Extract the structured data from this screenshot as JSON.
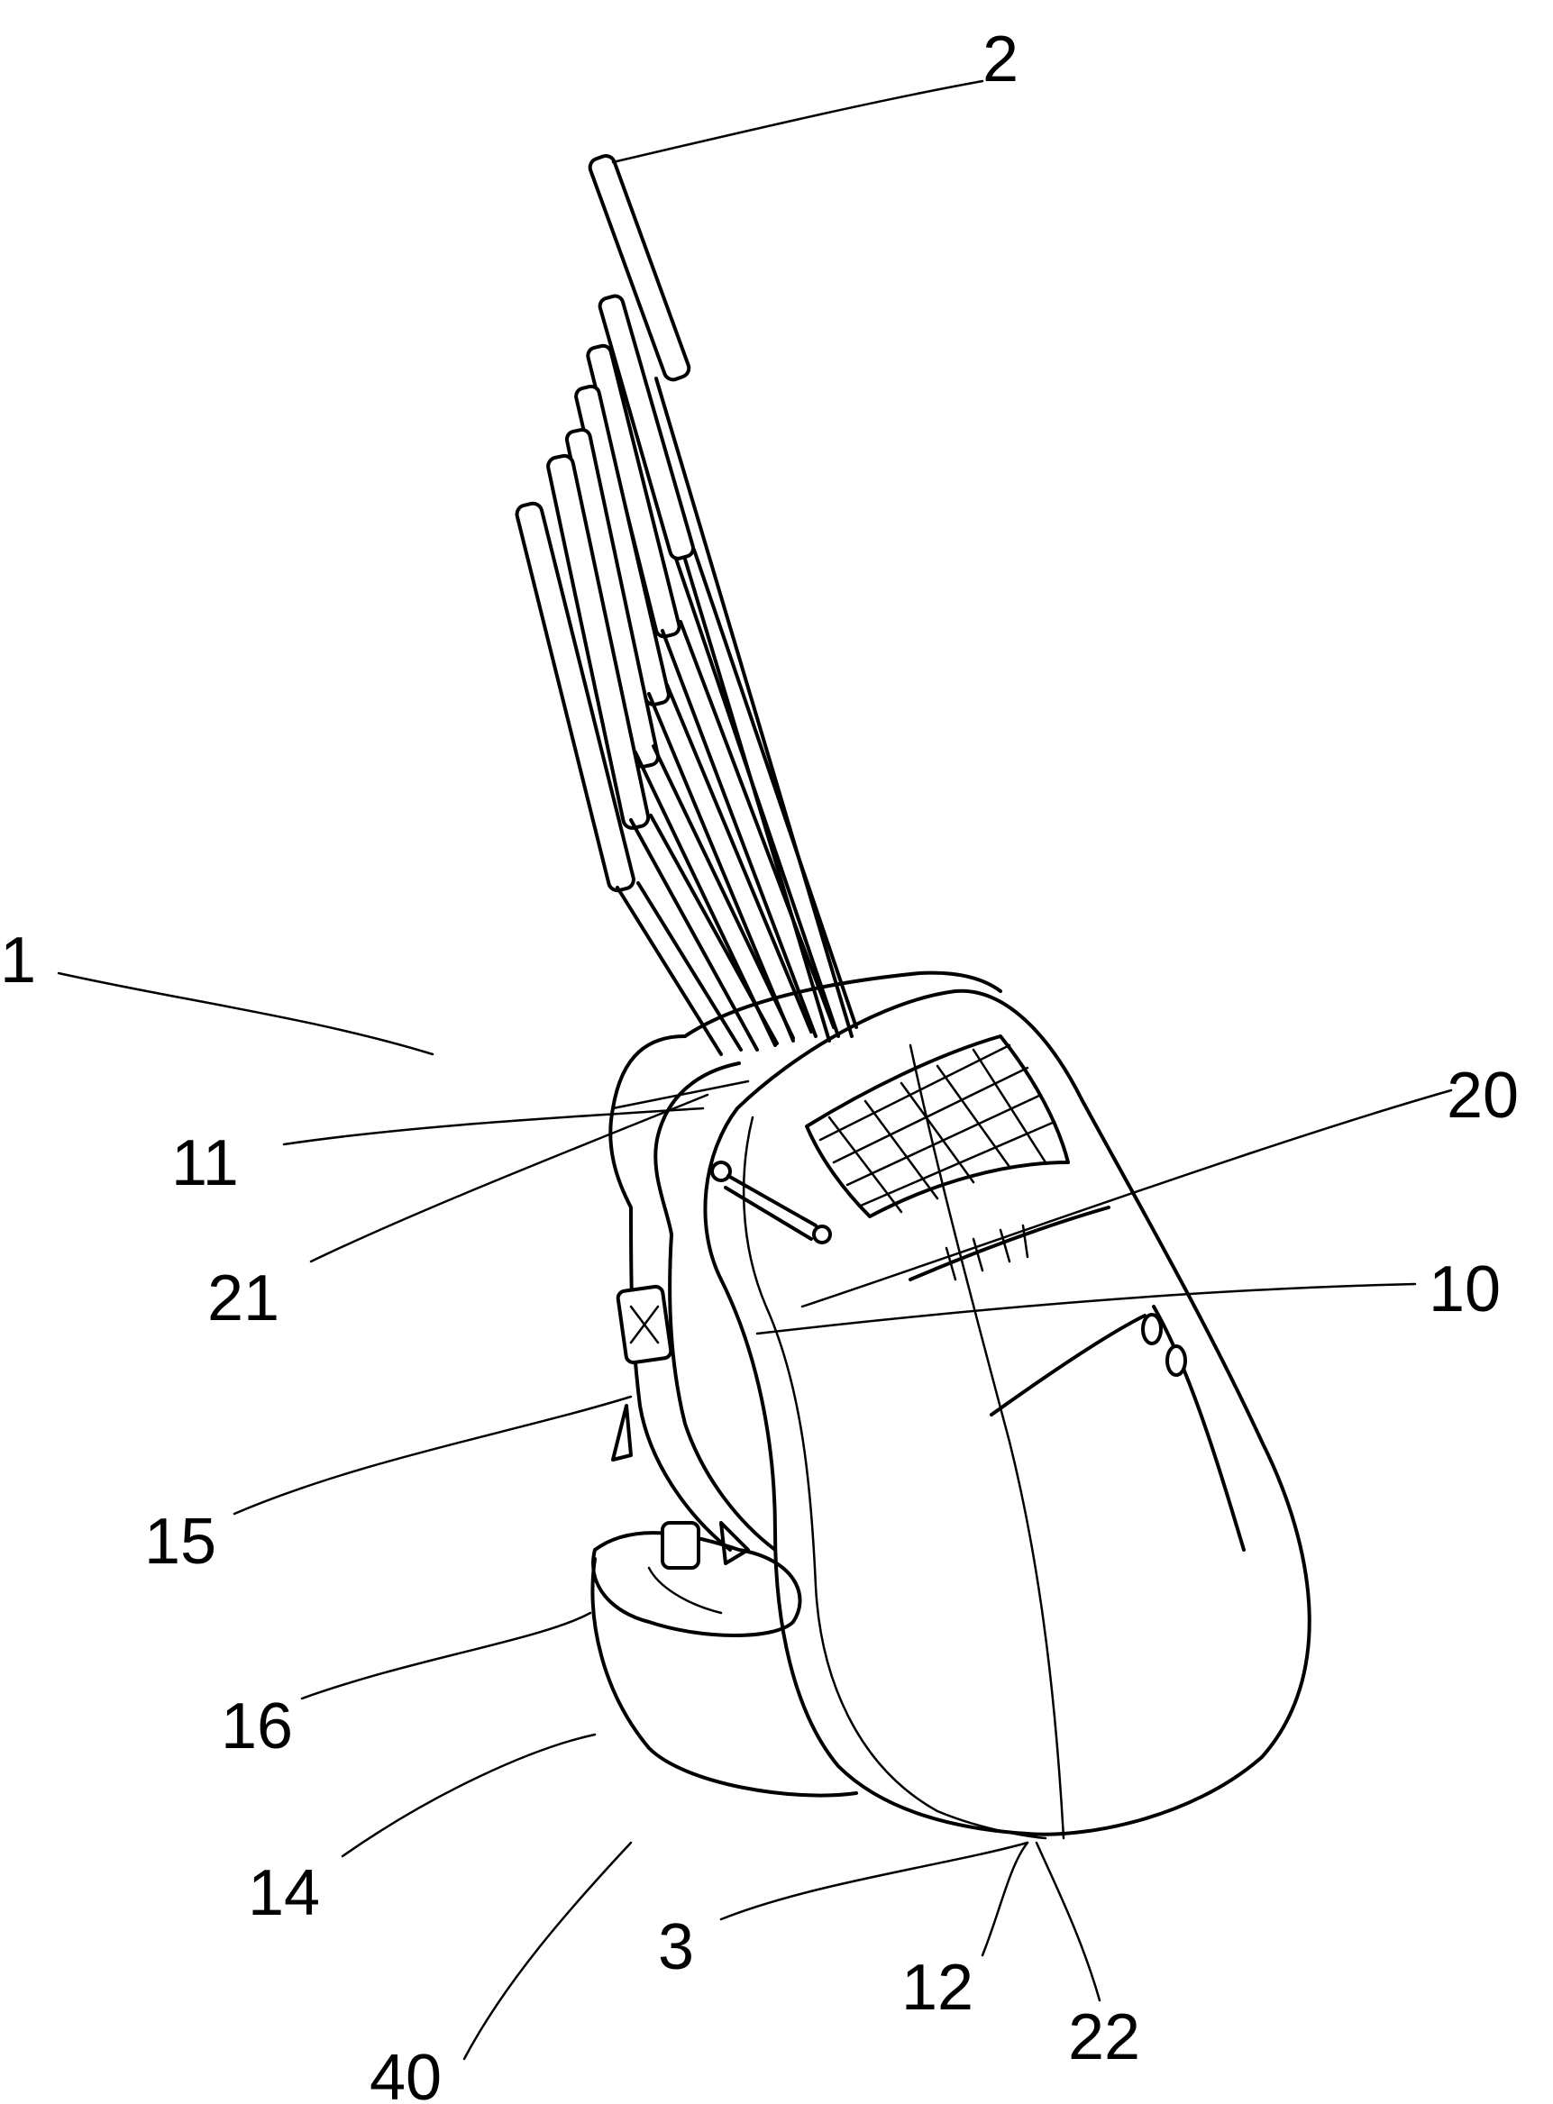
{
  "figure": {
    "subject": "golf bag worn as backpack with golf clubs, patent-style line drawing",
    "reference_numerals": [
      "1",
      "2",
      "3",
      "10",
      "11",
      "12",
      "14",
      "15",
      "16",
      "20",
      "21",
      "22",
      "40"
    ]
  },
  "labels": {
    "n1": "1",
    "n2": "2",
    "n3": "3",
    "n10": "10",
    "n11": "11",
    "n12": "12",
    "n14": "14",
    "n15": "15",
    "n16": "16",
    "n20": "20",
    "n21": "21",
    "n22": "22",
    "n40": "40"
  },
  "colors": {
    "line": "#000000",
    "background": "#ffffff"
  }
}
